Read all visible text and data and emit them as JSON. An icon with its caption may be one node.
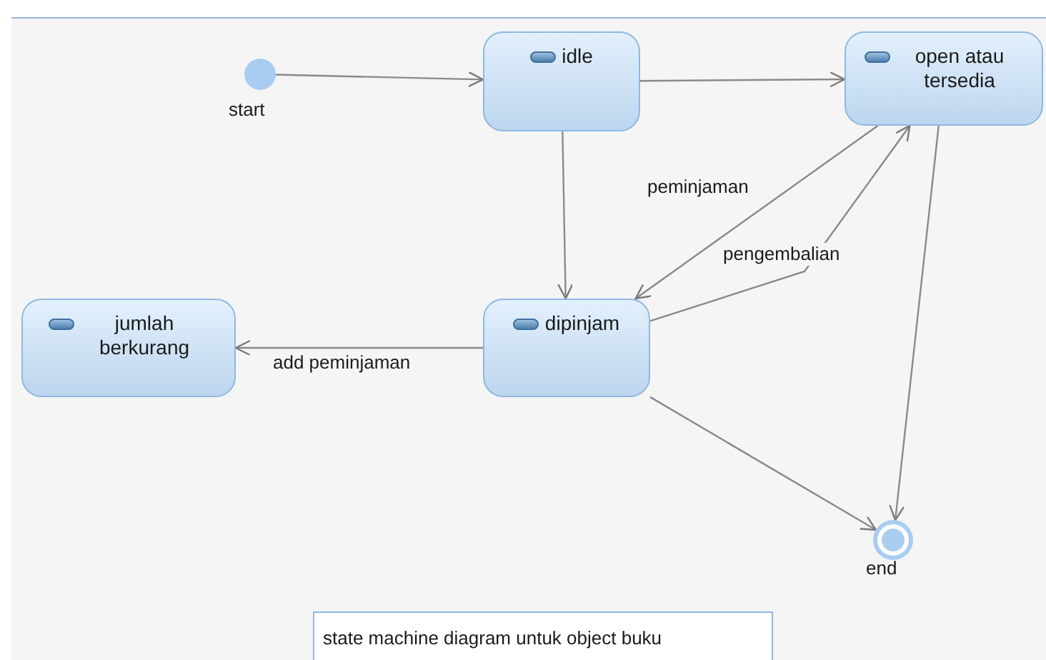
{
  "diagram": {
    "caption": "state machine diagram untuk object buku",
    "nodes": [
      {
        "text": [],
        "shape": "circle",
        "beside": [
          "start"
        ]
      },
      {
        "text": [
          "idle"
        ]
      },
      {
        "text": [
          "open atau tersedia"
        ]
      },
      {
        "text": [
          "jumlah berkurang"
        ]
      },
      {
        "text": [
          "dipinjam"
        ]
      },
      {
        "text": [],
        "shape": "circle",
        "beside": [
          "end"
        ]
      }
    ],
    "edges": [
      {
        "from": 0,
        "to": 1,
        "arrow": "to"
      },
      {
        "from": 1,
        "to": 2,
        "arrow": "to"
      },
      {
        "from": 1,
        "to": 4,
        "arrow": "to"
      },
      {
        "from": 2,
        "to": 4,
        "arrow": "to",
        "label": "peminjaman"
      },
      {
        "from": 4,
        "to": 2,
        "arrow": "to",
        "label": "pengembalian"
      },
      {
        "from": 4,
        "to": 3,
        "arrow": "to",
        "label": "add peminjaman"
      },
      {
        "from": 4,
        "to": 5,
        "arrow": "to"
      },
      {
        "from": 2,
        "to": 5,
        "arrow": "to"
      }
    ]
  }
}
